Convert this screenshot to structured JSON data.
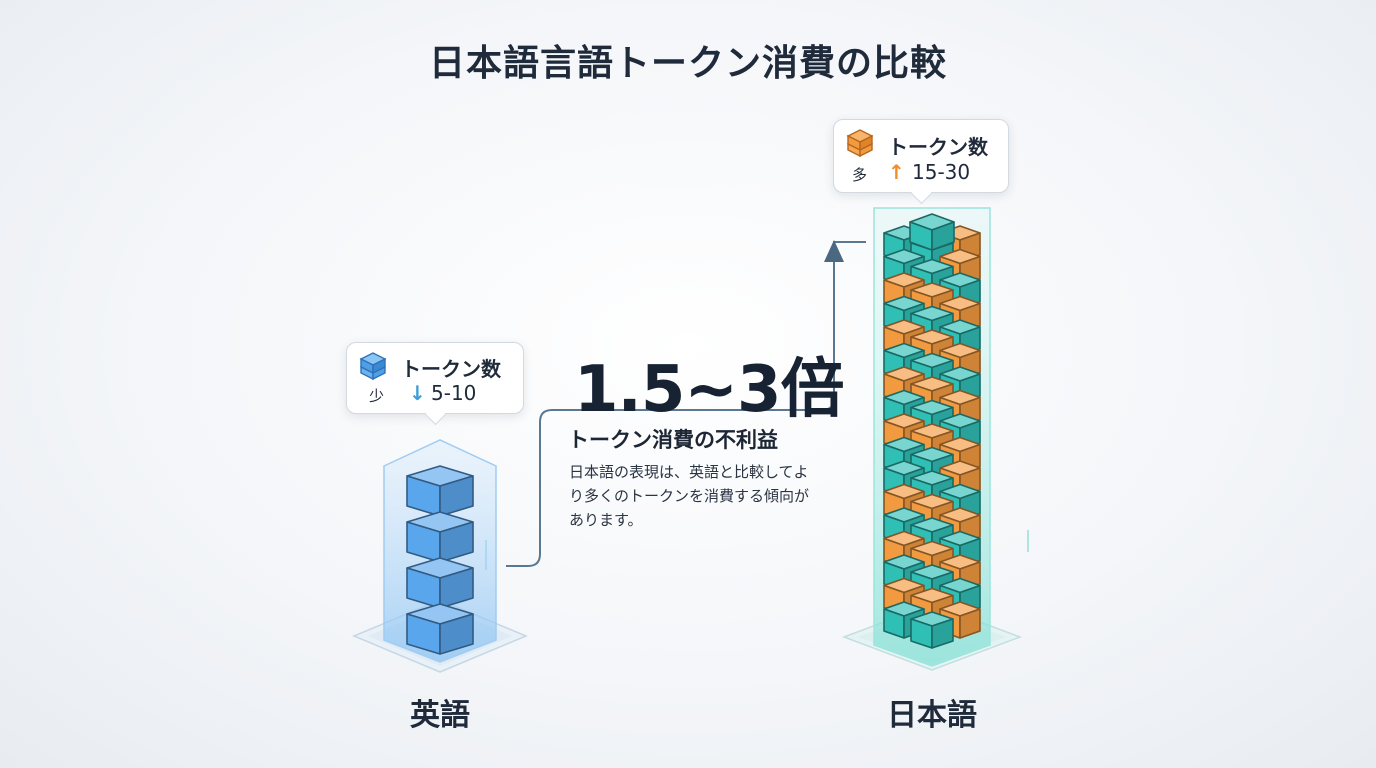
{
  "title": "日本語言語トークン消費の比較",
  "english": {
    "label": "英語",
    "callout_title": "トークン数",
    "callout_sub": "少",
    "callout_arrow": "↓",
    "callout_range": "5-10",
    "arrow_color": "#3b9ed8"
  },
  "japanese": {
    "label": "日本語",
    "callout_title": "トークン数",
    "callout_sub": "多",
    "callout_arrow": "↑",
    "callout_range": "15-30",
    "arrow_color": "#ef8c2d"
  },
  "comparison": {
    "ratio": "1.5~3倍",
    "title": "トークン消費の不利益",
    "body": "日本語の表現は、英語と比較してより多くのトークンを消費する傾向があります。"
  },
  "colors": {
    "blue_block": "#5aa6ec",
    "teal_block": "#2fbfb5",
    "orange_block": "#f29a3f",
    "connector": "#5a7892"
  }
}
